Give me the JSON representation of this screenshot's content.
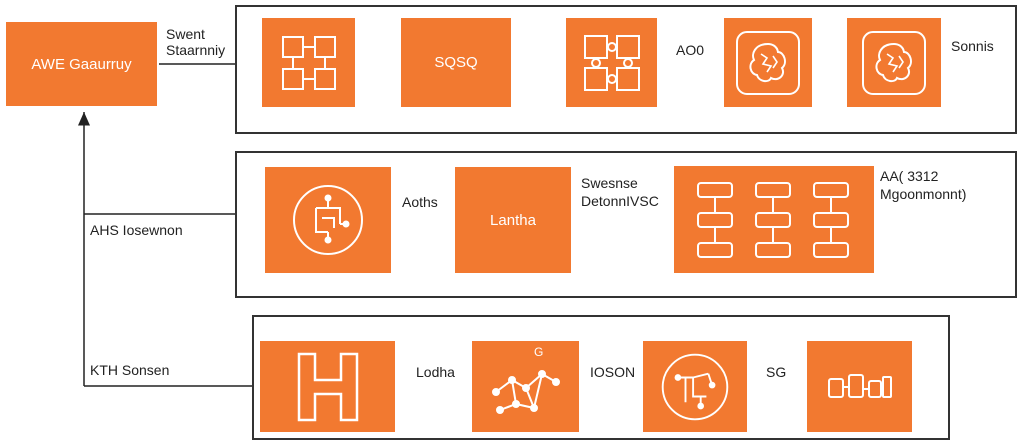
{
  "colors": {
    "accent": "#F27930",
    "line": "#333333"
  },
  "gateway": {
    "label": "AWE Gaaurruy"
  },
  "row1": {
    "edge_label_a_line1": "Swent",
    "edge_label_a_line2": "Staarnniy",
    "node2_label": "SQSQ",
    "edge_label_b": "AO0",
    "edge_label_c": "Sonnis",
    "icons": [
      "grid-icon",
      "puzzle-icon",
      "brain-icon",
      "brain-icon"
    ]
  },
  "row2": {
    "side_label": "AHS Iosewnon",
    "edge_label_a": "Aoths",
    "node2_label": "Lantha",
    "edge_label_b_line1": "Swesnse",
    "edge_label_b_line2": "DetonnIVSC",
    "edge_label_c_line1": "AA( 3312",
    "edge_label_c_line2": "Mgoonmonnt)",
    "icons": [
      "circuit-circle-icon",
      "database-tables-icon"
    ]
  },
  "row3": {
    "side_label": "KTH Sonsen",
    "edge_label_a": "Lodha",
    "edge_label_b": "IOSON",
    "edge_label_c": "SG",
    "node2_small": "G",
    "icons": [
      "h-letter-icon",
      "network-icon",
      "circuit-circle-icon",
      "devices-icon"
    ]
  }
}
